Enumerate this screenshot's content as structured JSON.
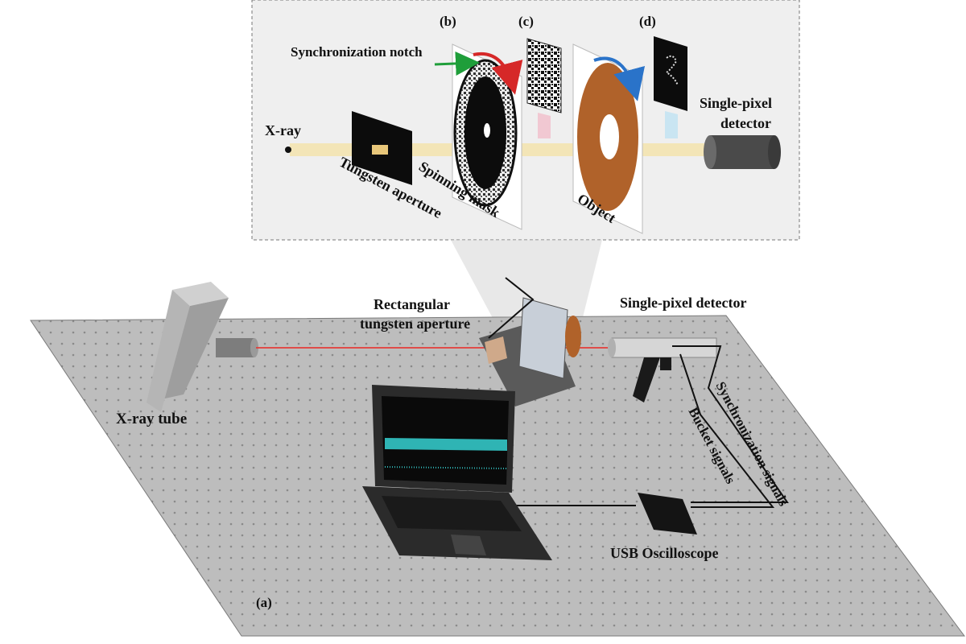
{
  "inset": {
    "labels": {
      "b": "(b)",
      "c": "(c)",
      "d": "(d)",
      "sync_notch": "Synchronization notch",
      "xray": "X-ray",
      "tungsten": "Tungsten aperture",
      "spinning": "Spinning mask",
      "object": "Object",
      "detector_line1": "Single-pixel",
      "detector_line2": "detector"
    }
  },
  "setup": {
    "labels": {
      "panel_a": "(a)",
      "rect_aperture_line1": "Rectangular",
      "rect_aperture_line2": "tungsten aperture",
      "single_pixel_detector": "Single-pixel detector",
      "xray_tube": "X-ray tube",
      "sync_signals": "Synchronization signals",
      "bucket_signals": "Bucket signals",
      "usb_oscilloscope": "USB Oscilloscope"
    }
  },
  "colors": {
    "table": "#bdbdbd",
    "beam_inset": "#f3e3b0",
    "beam_setup": "#e53935",
    "sync_arrow": "#1f9e3a",
    "rotation_red": "#d62828",
    "rotation_blue": "#2a73c9",
    "object_disk": "#b0622a",
    "screen_trace": "#2fb4b4"
  }
}
